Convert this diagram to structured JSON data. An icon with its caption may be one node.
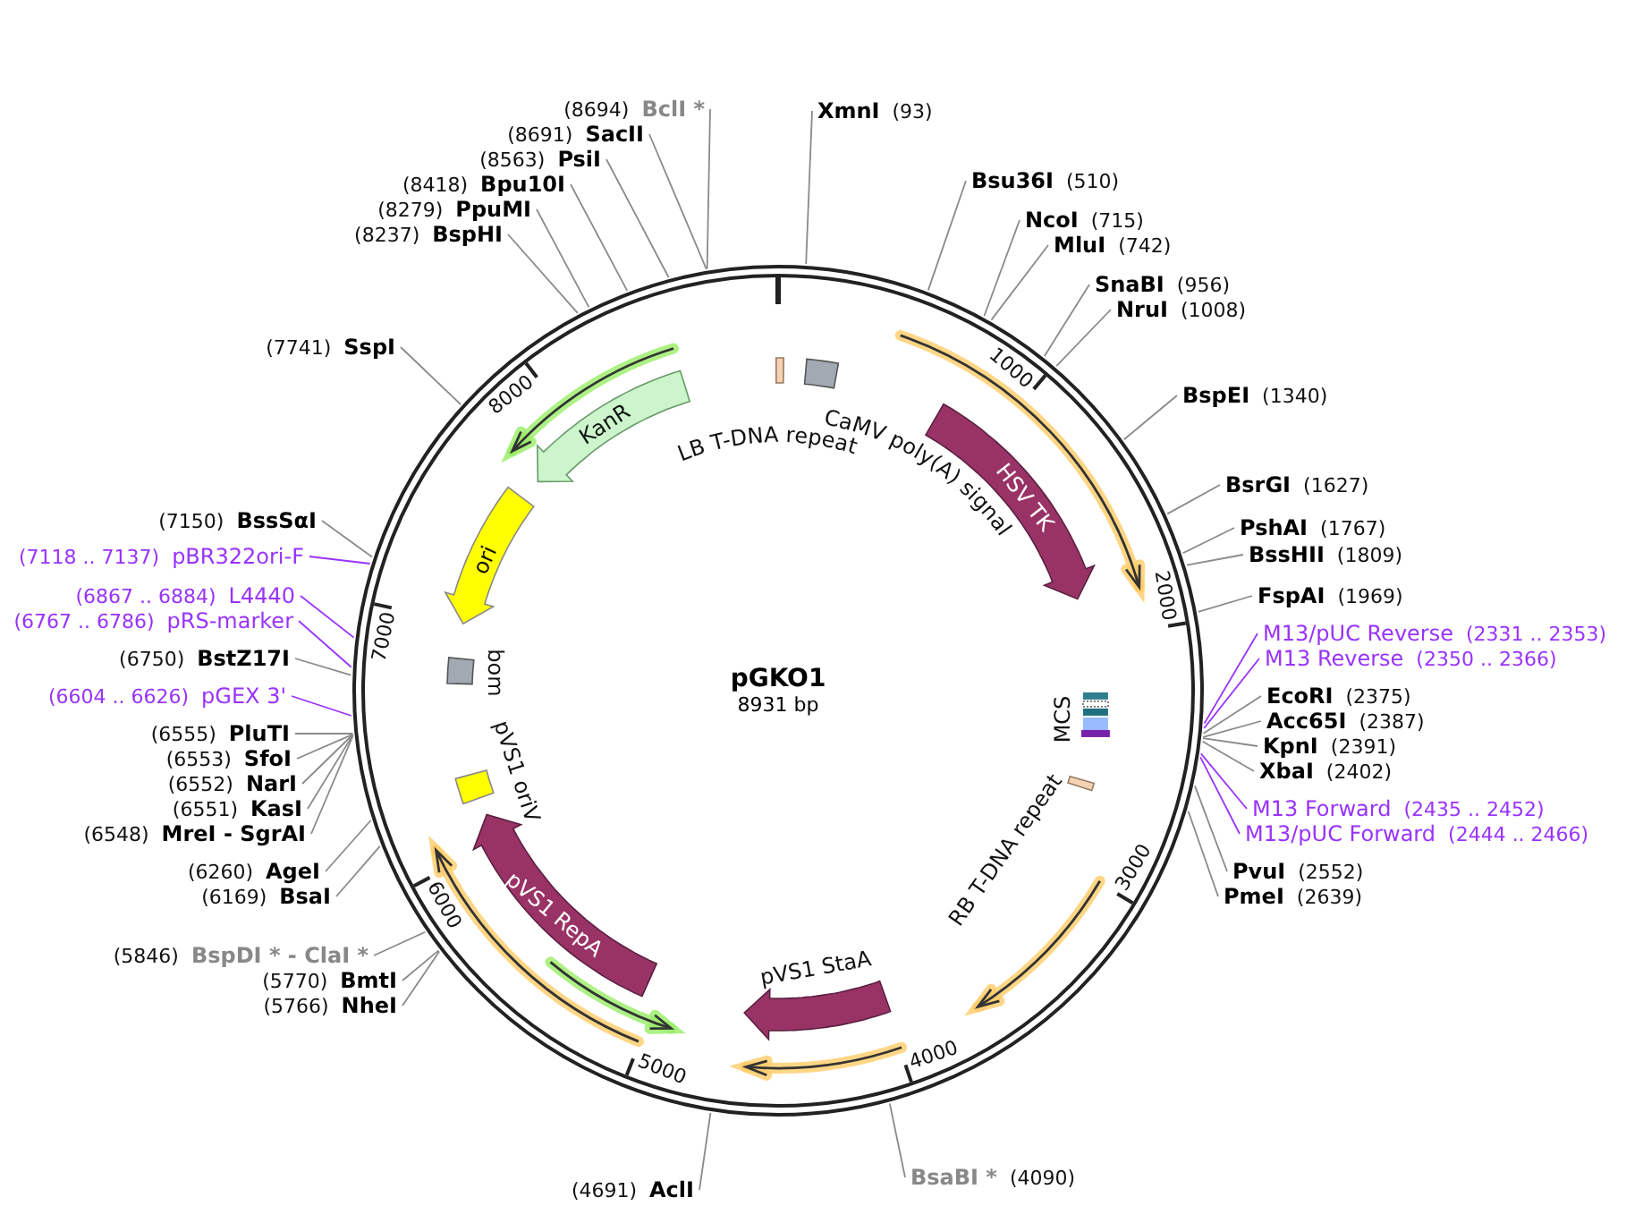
{
  "diagram": {
    "nodes": [
      {
        "text": [
          "pGKO1",
          "8931 bp"
        ]
      },
      {
        "text": [
          "LB T-DNA repeat"
        ],
        "in": 0
      },
      {
        "text": [
          "CaMV poly(A) signal"
        ],
        "in": 0
      },
      {
        "text": [
          "HSV TK"
        ],
        "in": 0
      },
      {
        "text": [
          "KanR"
        ],
        "in": 0
      },
      {
        "text": [
          "ori"
        ],
        "in": 0
      },
      {
        "text": [
          "bom"
        ],
        "in": 0
      },
      {
        "text": [
          "MCS"
        ],
        "in": 0
      },
      {
        "text": [
          "RB T-DNA repeat"
        ],
        "in": 0
      },
      {
        "text": [
          "pVS1 oriV"
        ],
        "in": 0
      },
      {
        "text": [
          "pVS1 RepA"
        ],
        "in": 0
      },
      {
        "text": [
          "pVS1 StaA"
        ],
        "in": 0
      },
      {
        "text": [
          "XmnI",
          "(93)"
        ]
      },
      {
        "text": [
          "Bsu36I",
          "(510)"
        ]
      },
      {
        "text": [
          "NcoI",
          "(715)"
        ]
      },
      {
        "text": [
          "MluI",
          "(742)"
        ]
      },
      {
        "text": [
          "SnaBI",
          "(956)"
        ]
      },
      {
        "text": [
          "NruI",
          "(1008)"
        ]
      },
      {
        "text": [
          "BspEI",
          "(1340)"
        ]
      },
      {
        "text": [
          "BsrGI",
          "(1627)"
        ]
      },
      {
        "text": [
          "PshAI",
          "(1767)"
        ]
      },
      {
        "text": [
          "BssHII",
          "(1809)"
        ]
      },
      {
        "text": [
          "FspAI",
          "(1969)"
        ]
      },
      {
        "text": [
          "M13/pUC Reverse",
          "(2331 .. 2353)"
        ]
      },
      {
        "text": [
          "M13 Reverse",
          "(2350 .. 2366)"
        ]
      },
      {
        "text": [
          "EcoRI",
          "(2375)"
        ]
      },
      {
        "text": [
          "Acc65I",
          "(2387)"
        ]
      },
      {
        "text": [
          "KpnI",
          "(2391)"
        ]
      },
      {
        "text": [
          "XbaI",
          "(2402)"
        ]
      },
      {
        "text": [
          "M13 Forward",
          "(2435 .. 2452)"
        ]
      },
      {
        "text": [
          "M13/pUC Forward",
          "(2444 .. 2466)"
        ]
      },
      {
        "text": [
          "PvuI",
          "(2552)"
        ]
      },
      {
        "text": [
          "PmeI",
          "(2639)"
        ]
      },
      {
        "text": [
          "BsaBI *",
          "(4090)"
        ]
      },
      {
        "text": [
          "(4691)",
          "AclI"
        ]
      },
      {
        "text": [
          "(5766)",
          "NheI"
        ]
      },
      {
        "text": [
          "(5770)",
          "BmtI"
        ]
      },
      {
        "text": [
          "(5846)",
          "BspDI * - ClaI *"
        ]
      },
      {
        "text": [
          "(6169)",
          "BsaI"
        ]
      },
      {
        "text": [
          "(6260)",
          "AgeI"
        ]
      },
      {
        "text": [
          "(6548)",
          "MreI - SgrAI"
        ]
      },
      {
        "text": [
          "(6551)",
          "KasI"
        ]
      },
      {
        "text": [
          "(6552)",
          "NarI"
        ]
      },
      {
        "text": [
          "(6553)",
          "SfoI"
        ]
      },
      {
        "text": [
          "(6555)",
          "PluTI"
        ]
      },
      {
        "text": [
          "(6604 .. 6626)",
          "pGEX 3'"
        ]
      },
      {
        "text": [
          "(6750)",
          "BstZ17I"
        ]
      },
      {
        "text": [
          "(6767 .. 6786)",
          "pRS-marker"
        ]
      },
      {
        "text": [
          "(6867 .. 6884)",
          "L4440"
        ]
      },
      {
        "text": [
          "(7118 .. 7137)",
          "pBR322ori-F"
        ]
      },
      {
        "text": [
          "(7150)",
          "BssSαI"
        ]
      },
      {
        "text": [
          "(7741)",
          "SspI"
        ]
      },
      {
        "text": [
          "(8237)",
          "BspHI"
        ]
      },
      {
        "text": [
          "(8279)",
          "PpuMI"
        ]
      },
      {
        "text": [
          "(8418)",
          "Bpu10I"
        ]
      },
      {
        "text": [
          "(8563)",
          "PsiI"
        ]
      },
      {
        "text": [
          "(8691)",
          "SacII"
        ]
      },
      {
        "text": [
          "(8694)",
          "BclI *"
        ]
      }
    ],
    "edges": [
      {
        "from": 12,
        "to": 0,
        "arrow": "none"
      },
      {
        "from": 13,
        "to": 0,
        "arrow": "none"
      },
      {
        "from": 14,
        "to": 0,
        "arrow": "none"
      },
      {
        "from": 15,
        "to": 0,
        "arrow": "none"
      },
      {
        "from": 16,
        "to": 0,
        "arrow": "none"
      },
      {
        "from": 17,
        "to": 0,
        "arrow": "none"
      },
      {
        "from": 18,
        "to": 0,
        "arrow": "none"
      },
      {
        "from": 19,
        "to": 0,
        "arrow": "none"
      },
      {
        "from": 20,
        "to": 0,
        "arrow": "none"
      },
      {
        "from": 21,
        "to": 0,
        "arrow": "none"
      },
      {
        "from": 22,
        "to": 0,
        "arrow": "none"
      },
      {
        "from": 23,
        "to": 0,
        "arrow": "none",
        "color": "#9933ff"
      },
      {
        "from": 24,
        "to": 0,
        "arrow": "none",
        "color": "#9933ff"
      },
      {
        "from": 25,
        "to": 0,
        "arrow": "none"
      },
      {
        "from": 26,
        "to": 0,
        "arrow": "none"
      },
      {
        "from": 27,
        "to": 0,
        "arrow": "none"
      },
      {
        "from": 28,
        "to": 0,
        "arrow": "none"
      },
      {
        "from": 29,
        "to": 0,
        "arrow": "none",
        "color": "#9933ff"
      },
      {
        "from": 30,
        "to": 0,
        "arrow": "none",
        "color": "#9933ff"
      },
      {
        "from": 31,
        "to": 0,
        "arrow": "none"
      },
      {
        "from": 32,
        "to": 0,
        "arrow": "none"
      },
      {
        "from": 33,
        "to": 0,
        "arrow": "none"
      },
      {
        "from": 34,
        "to": 0,
        "arrow": "none"
      },
      {
        "from": 35,
        "to": 0,
        "arrow": "none"
      },
      {
        "from": 36,
        "to": 0,
        "arrow": "none"
      },
      {
        "from": 37,
        "to": 0,
        "arrow": "none"
      },
      {
        "from": 38,
        "to": 0,
        "arrow": "none"
      },
      {
        "from": 39,
        "to": 0,
        "arrow": "none"
      },
      {
        "from": 40,
        "to": 0,
        "arrow": "none"
      },
      {
        "from": 41,
        "to": 0,
        "arrow": "none"
      },
      {
        "from": 42,
        "to": 0,
        "arrow": "none"
      },
      {
        "from": 43,
        "to": 0,
        "arrow": "none"
      },
      {
        "from": 44,
        "to": 0,
        "arrow": "none"
      },
      {
        "from": 45,
        "to": 0,
        "arrow": "none",
        "color": "#9933ff"
      },
      {
        "from": 46,
        "to": 0,
        "arrow": "none"
      },
      {
        "from": 47,
        "to": 0,
        "arrow": "none",
        "color": "#9933ff"
      },
      {
        "from": 48,
        "to": 0,
        "arrow": "none",
        "color": "#9933ff"
      },
      {
        "from": 49,
        "to": 0,
        "arrow": "none",
        "color": "#9933ff"
      },
      {
        "from": 50,
        "to": 0,
        "arrow": "none"
      },
      {
        "from": 51,
        "to": 0,
        "arrow": "none"
      },
      {
        "from": 52,
        "to": 0,
        "arrow": "none"
      },
      {
        "from": 53,
        "to": 0,
        "arrow": "none"
      },
      {
        "from": 54,
        "to": 0,
        "arrow": "none"
      },
      {
        "from": 55,
        "to": 0,
        "arrow": "none"
      },
      {
        "from": 56,
        "to": 0,
        "arrow": "none"
      },
      {
        "from": 57,
        "to": 0,
        "arrow": "none"
      }
    ],
    "labels": [
      "1000",
      "2000",
      "3000",
      "4000",
      "5000",
      "6000",
      "7000",
      "8000"
    ]
  }
}
